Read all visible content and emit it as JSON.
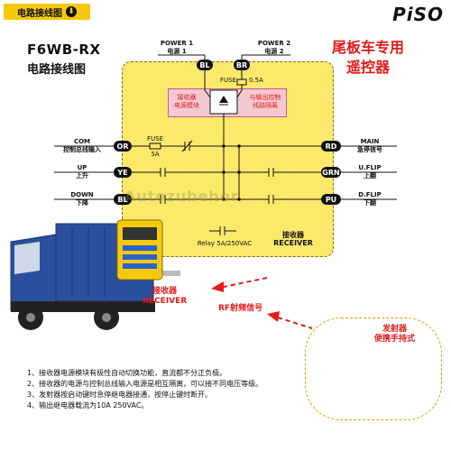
{
  "header": {
    "tag_label": "电路接线图",
    "logo": "PiSO",
    "model": "F6WB-RX",
    "subtitle": "电路接线图",
    "title_line1": "尾板车专用",
    "title_line2": "遥控器"
  },
  "power": {
    "p1_en": "POWER 1",
    "p1_cn": "电源 1",
    "p2_en": "POWER 2",
    "p2_cn": "电源 2",
    "bl_top": "BL",
    "br_top": "BR",
    "fuse_top": "FUSE",
    "fuse_top_val": "0.5A",
    "module_left_1": "接收器",
    "module_left_2": "电源模块",
    "module_right_1": "与输出控制",
    "module_right_2": "线路隔离"
  },
  "lines": [
    {
      "en": "COM",
      "cn": "控制总线输入",
      "left": "OR",
      "right": "RD",
      "right_en": "MAIN",
      "right_cn": "急停信号"
    },
    {
      "en": "UP",
      "cn": "上升",
      "left": "YE",
      "right": "GRN",
      "right_en": "U.FLIP",
      "right_cn": "上翻"
    },
    {
      "en": "DOWN",
      "cn": "下降",
      "left": "BL",
      "right": "PU",
      "right_en": "D.FLIP",
      "right_cn": "下翻"
    }
  ],
  "com_fuse": {
    "label": "FUSE",
    "value": "5A"
  },
  "relay_label": "Relay 5A/250VAC",
  "receiver_cn": "接收器",
  "receiver_en": "RECEIVER",
  "watermark": "Autozubehor",
  "photo": {
    "receiver_cn": "接收器",
    "receiver_en": "RECEIVER",
    "rf_label": "RF射频信号",
    "tx_line1": "发射器",
    "tx_line2": "便携手持式"
  },
  "notes": [
    "1、接收器电源模块有极性自动切换功能，直流都不分正负极。",
    "2、接收器的电源与控制总线输入电源是相互隔离，可以接不同电压等级。",
    "3、发射器按启动键时急停继电器接通，按停止键时断开。",
    "4、输出继电器载流为10A 250VAC。"
  ],
  "colors": {
    "yellow": "#fbe96a",
    "accent": "#f7c90e",
    "red": "#e21a1a"
  }
}
